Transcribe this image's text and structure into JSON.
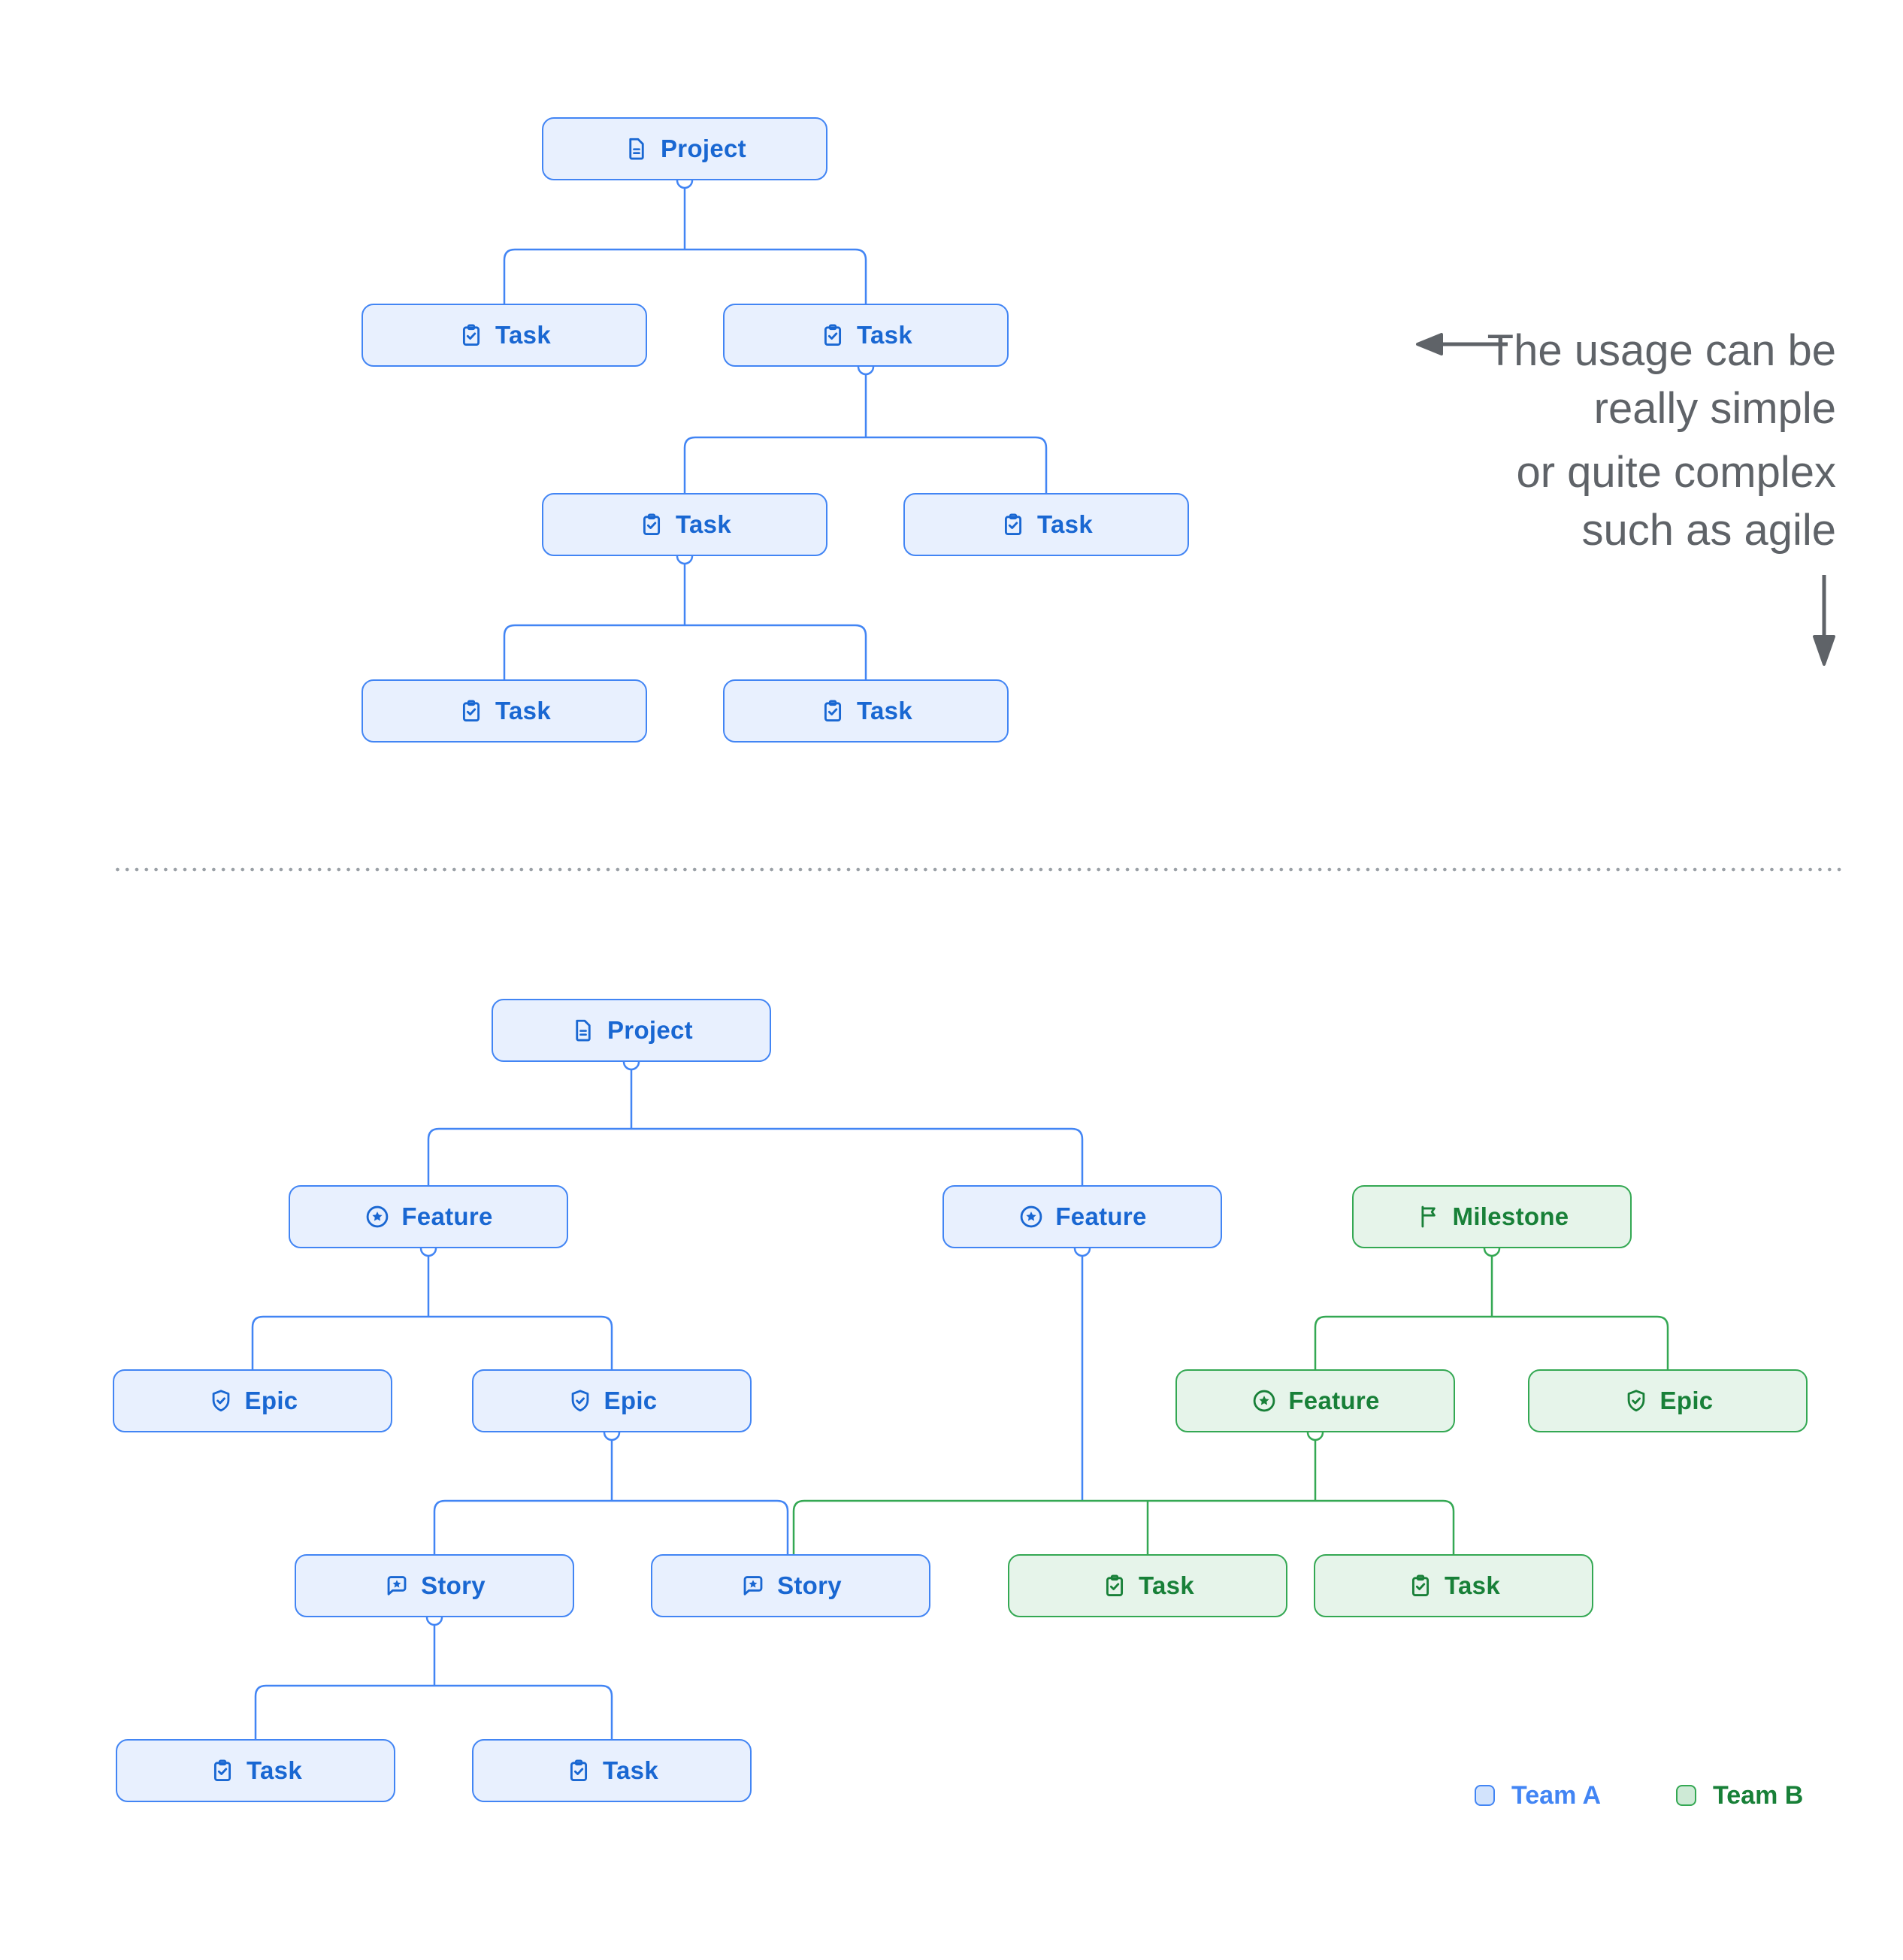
{
  "colors": {
    "blue_border": "#4285f4",
    "blue_fill": "#e8f0fe",
    "blue_text": "#1967d2",
    "blue_line": "#4285f4",
    "green_border": "#34a853",
    "green_fill": "#e6f4ea",
    "green_text": "#188038",
    "green_line": "#34a853",
    "annotation_text": "#5f6368",
    "separator_dot": "#9aa0a6",
    "legend_a_text": "#4285f4",
    "legend_a_fill": "#d2e3fc",
    "legend_b_text": "#188038",
    "legend_b_fill": "#ceead6"
  },
  "simple_tree": {
    "project": "Project",
    "tasks": [
      "Task",
      "Task",
      "Task",
      "Task",
      "Task",
      "Task"
    ]
  },
  "annotation": {
    "lines": [
      "The usage can be",
      "really simple",
      "or quite complex",
      "such as agile"
    ]
  },
  "agile_tree": {
    "project": "Project",
    "features": [
      "Feature",
      "Feature"
    ],
    "milestone": "Milestone",
    "epics": [
      "Epic",
      "Epic"
    ],
    "team_b_feature": "Feature",
    "team_b_epic": "Epic",
    "stories": [
      "Story",
      "Story"
    ],
    "team_b_tasks": [
      "Task",
      "Task"
    ],
    "tasks": [
      "Task",
      "Task"
    ]
  },
  "legend": {
    "team_a": "Team A",
    "team_b": "Team B"
  }
}
